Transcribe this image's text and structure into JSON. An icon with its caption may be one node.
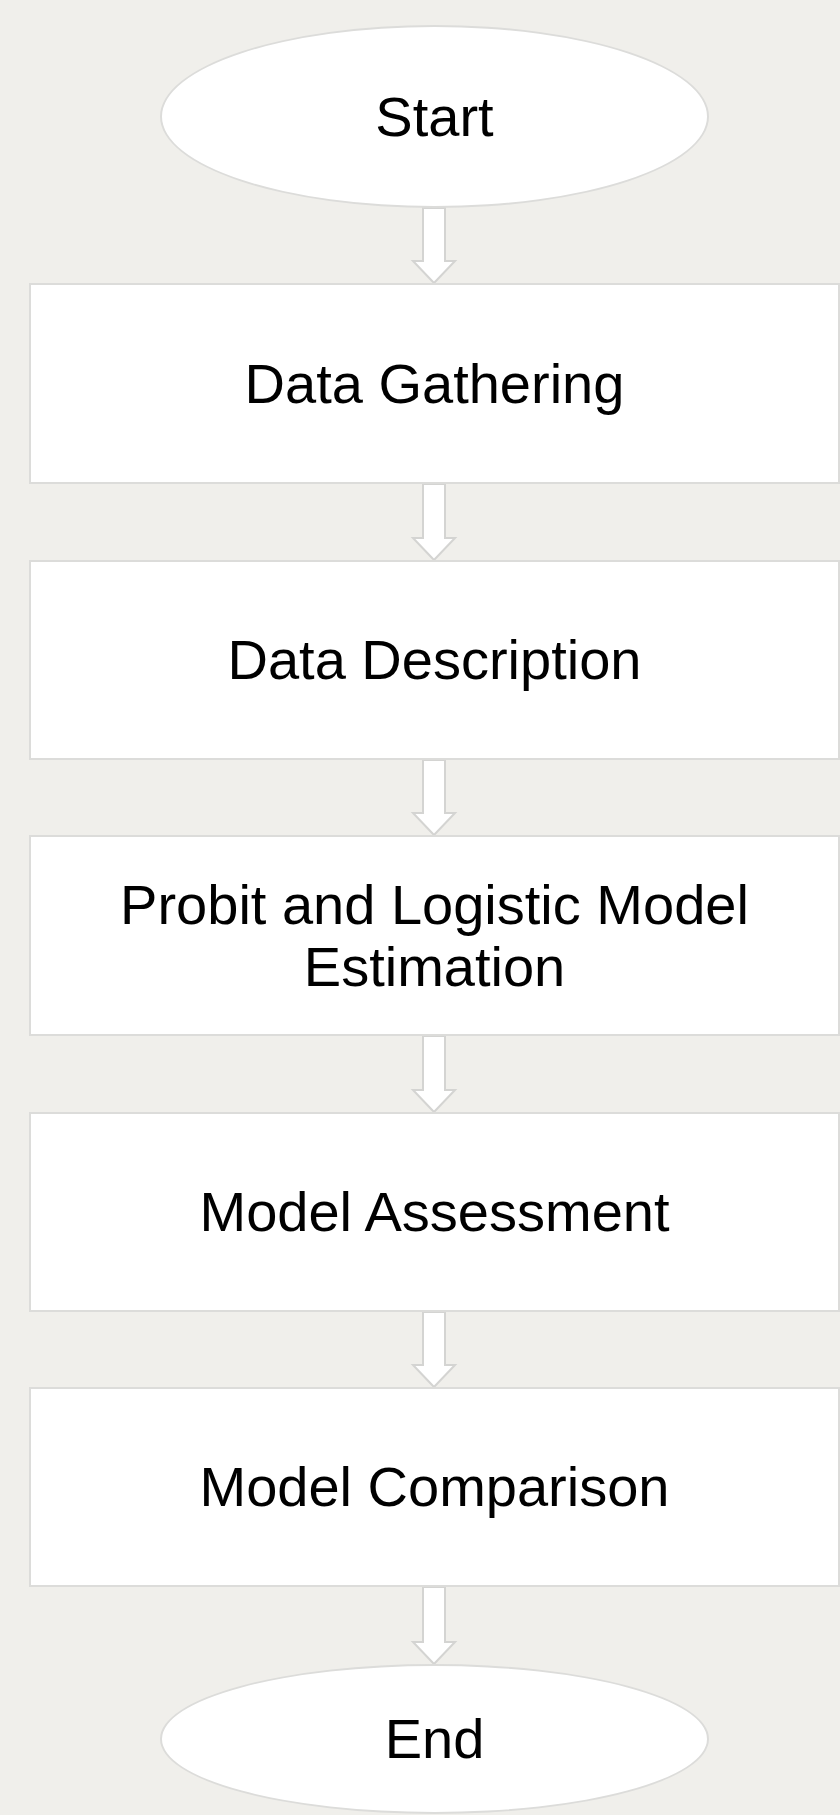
{
  "diagram": {
    "nodes": [
      {
        "text": [
          "Start"
        ]
      },
      {
        "text": [
          "Data Gathering"
        ]
      },
      {
        "text": [
          "Data Description"
        ]
      },
      {
        "text": [
          "Probit and Logistic Model Estimation"
        ]
      },
      {
        "text": [
          "Model Assessment"
        ]
      },
      {
        "text": [
          "Model Comparison"
        ]
      },
      {
        "text": [
          "End"
        ]
      }
    ],
    "edges": [
      {
        "from": 0,
        "to": 1,
        "arrow": "to"
      },
      {
        "from": 1,
        "to": 2,
        "arrow": "to"
      },
      {
        "from": 2,
        "to": 3,
        "arrow": "to"
      },
      {
        "from": 3,
        "to": 4,
        "arrow": "to"
      },
      {
        "from": 4,
        "to": 5,
        "arrow": "to"
      },
      {
        "from": 5,
        "to": 6,
        "arrow": "to"
      }
    ]
  }
}
